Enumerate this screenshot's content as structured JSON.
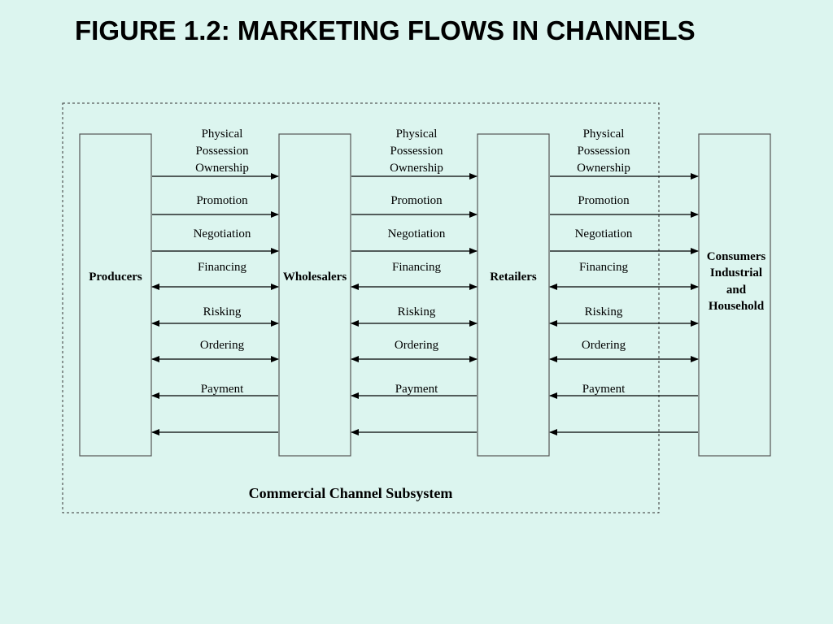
{
  "title": "FIGURE 1.2: MARKETING FLOWS IN CHANNELS",
  "subsystem_label": "Commercial Channel Subsystem",
  "nodes": [
    {
      "id": "producers",
      "lines": [
        "Producers"
      ]
    },
    {
      "id": "wholesalers",
      "lines": [
        "Wholesalers"
      ]
    },
    {
      "id": "retailers",
      "lines": [
        "Retailers"
      ]
    },
    {
      "id": "consumers",
      "lines": [
        "Consumers",
        "Industrial",
        "and",
        "Household"
      ]
    }
  ],
  "flows": [
    {
      "label_lines": [
        "Physical",
        "Possession",
        "Ownership"
      ],
      "direction": "forward"
    },
    {
      "label_lines": [
        "Promotion"
      ],
      "direction": "forward"
    },
    {
      "label_lines": [
        "Negotiation"
      ],
      "direction": "forward"
    },
    {
      "label_lines": [
        "Financing"
      ],
      "direction": "both"
    },
    {
      "label_lines": [
        "Risking"
      ],
      "direction": "both"
    },
    {
      "label_lines": [
        "Ordering"
      ],
      "direction": "both"
    },
    {
      "label_lines": [
        "Payment"
      ],
      "direction": "backward"
    },
    {
      "label_lines": [],
      "direction": "backward"
    }
  ]
}
